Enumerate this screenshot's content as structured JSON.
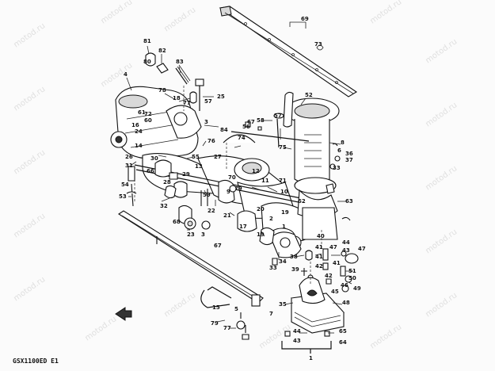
{
  "diagram": {
    "model_code": "GSX1100ED E1",
    "watermark": "motod.ru",
    "labels": {
      "l1": "1",
      "l2": "2",
      "l3": "3",
      "l4": "4",
      "l5": "5",
      "l6": "6",
      "l7": "7",
      "l8": "8",
      "l9": "9",
      "l10": "10",
      "l11": "11",
      "l12": "12",
      "l13": "13",
      "l14": "14",
      "l15": "15",
      "l16": "16",
      "l17": "17",
      "l18": "18",
      "l19": "19",
      "l20": "20",
      "l21": "21",
      "l22": "22",
      "l23": "23",
      "l24": "24",
      "l25": "25",
      "l26": "26",
      "l27": "27",
      "l28": "28",
      "l29": "29",
      "l30": "30",
      "l31": "31",
      "l32": "32",
      "l33": "33",
      "l34": "34",
      "l35": "35",
      "l36": "36",
      "l37": "37",
      "l38": "38",
      "l39": "39",
      "l40": "40",
      "l41": "41",
      "l42": "42",
      "l43": "43",
      "l44": "44",
      "l45": "45",
      "l46": "46",
      "l47": "47",
      "l48": "48",
      "l49": "49",
      "l50": "50",
      "l51": "51",
      "l52": "52",
      "l53": "53",
      "l54": "54",
      "l55": "55",
      "l56": "56",
      "l57": "57",
      "l58": "58",
      "l59": "59",
      "l60": "60",
      "l61": "61",
      "l62": "62",
      "l63": "63",
      "l64": "64",
      "l65": "65",
      "l66": "66",
      "l67": "67",
      "l68": "68",
      "l69": "69",
      "l70": "70",
      "l71": "71",
      "l72": "72",
      "l73": "73",
      "l74": "74",
      "l75": "75",
      "l76": "76",
      "l77": "77",
      "l78": "78",
      "l79": "79",
      "l80": "80",
      "l81": "81",
      "l82": "82",
      "l83": "83",
      "l84": "84"
    }
  }
}
